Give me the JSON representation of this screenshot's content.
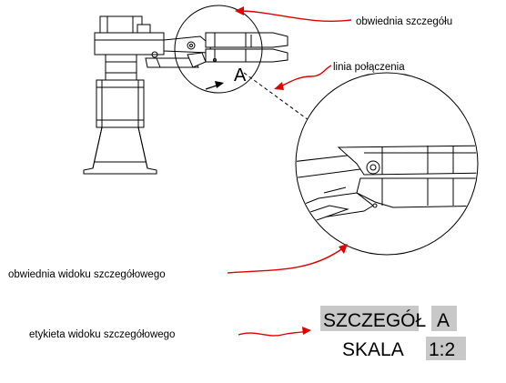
{
  "annotations": {
    "detail_circle": "obwiednia szczegółu",
    "connection_line": "linia połączenia",
    "detail_boundary": "obwiednia widoku szczegółowego",
    "detail_label": "etykieta widoku szczegółowego"
  },
  "view_letter": "A",
  "caption": {
    "line1_text": "SZCZEGÓŁ",
    "line1_letter": "A",
    "line2_text": "SKALA",
    "line2_scale": "1:2"
  },
  "colors": {
    "arrow": "#e00000",
    "highlight": "#c8c8c8",
    "line": "#000000"
  }
}
